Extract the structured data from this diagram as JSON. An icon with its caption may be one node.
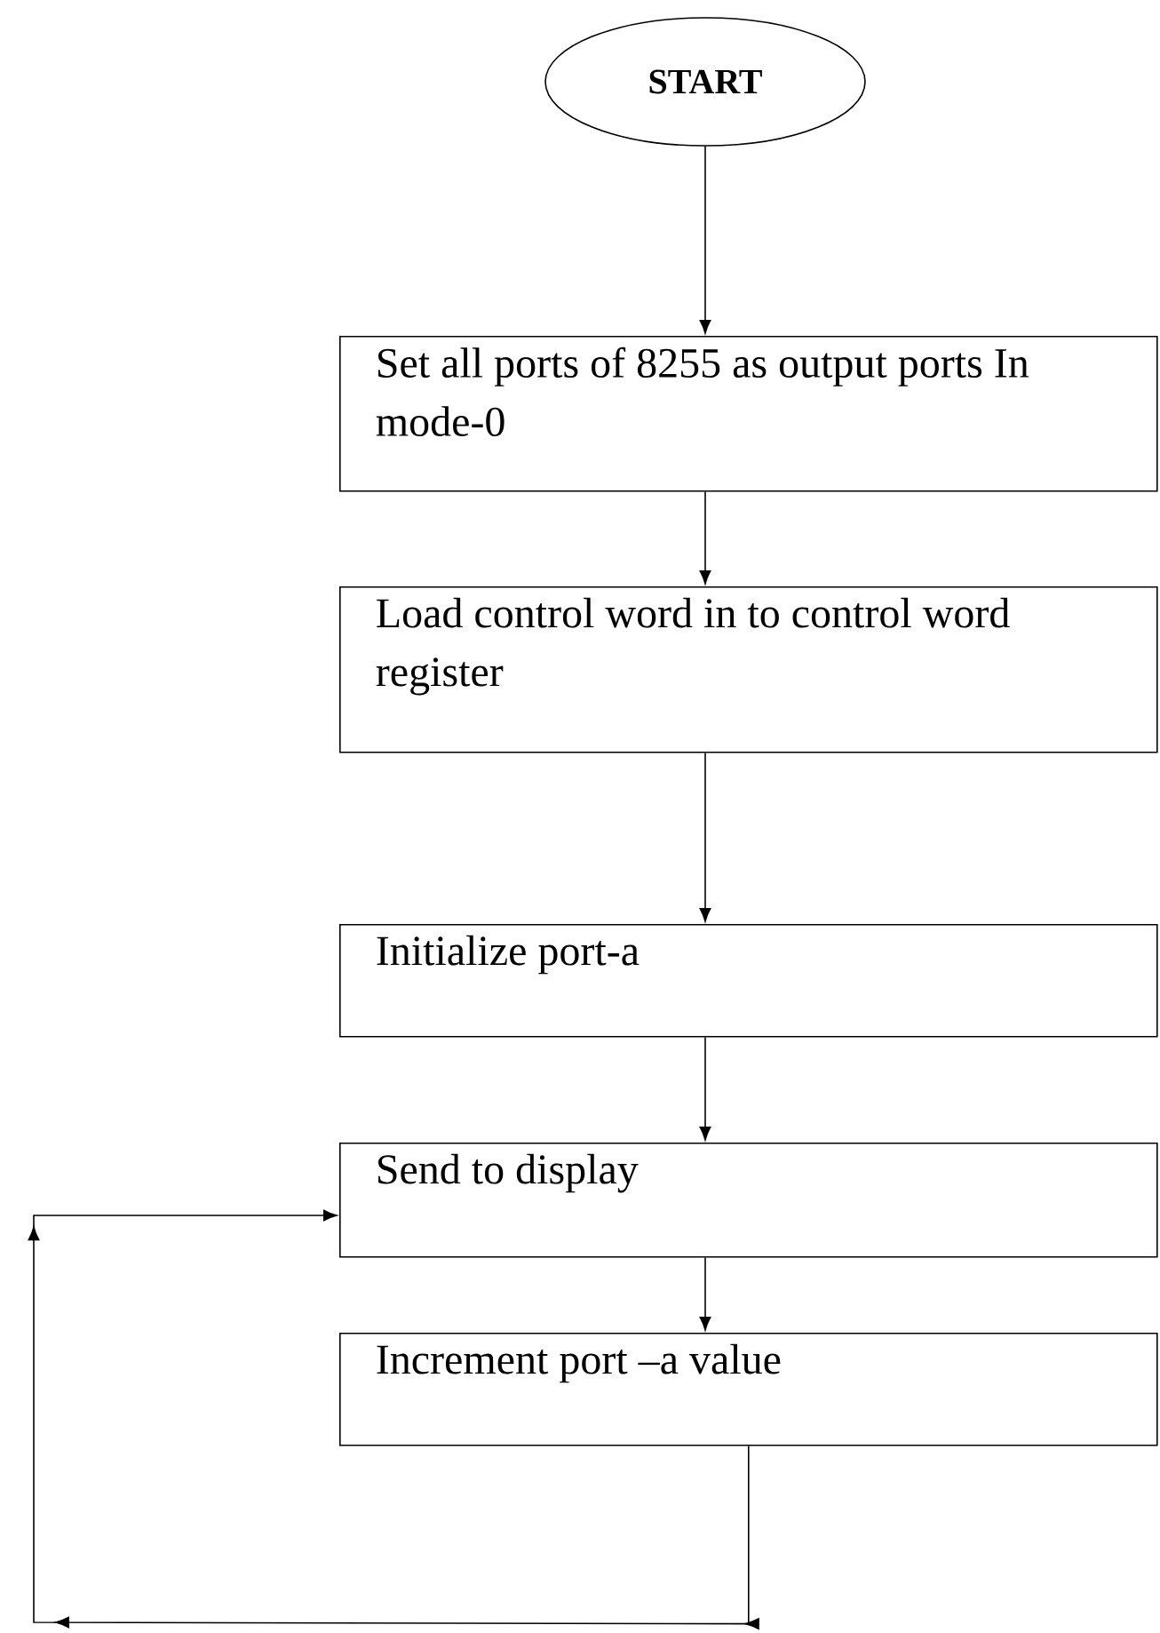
{
  "diagram": {
    "nodes": [
      {
        "text": [
          "START"
        ]
      },
      {
        "text": [
          "Set all ports of 8255 as output ports In mode-0"
        ]
      },
      {
        "text": [
          "Load control word in to control word register"
        ]
      },
      {
        "text": [
          "Initialize port-a"
        ]
      },
      {
        "text": [
          "Send to display"
        ]
      },
      {
        "text": [
          "Increment port –a value"
        ]
      }
    ],
    "edges": [
      {
        "from": 0,
        "to": 1,
        "arrow": "to"
      },
      {
        "from": 1,
        "to": 2,
        "arrow": "to"
      },
      {
        "from": 2,
        "to": 3,
        "arrow": "to"
      },
      {
        "from": 3,
        "to": 4,
        "arrow": "to"
      },
      {
        "from": 4,
        "to": 5,
        "arrow": "to"
      },
      {
        "from": 5,
        "to": 4,
        "arrow": "to"
      }
    ]
  }
}
